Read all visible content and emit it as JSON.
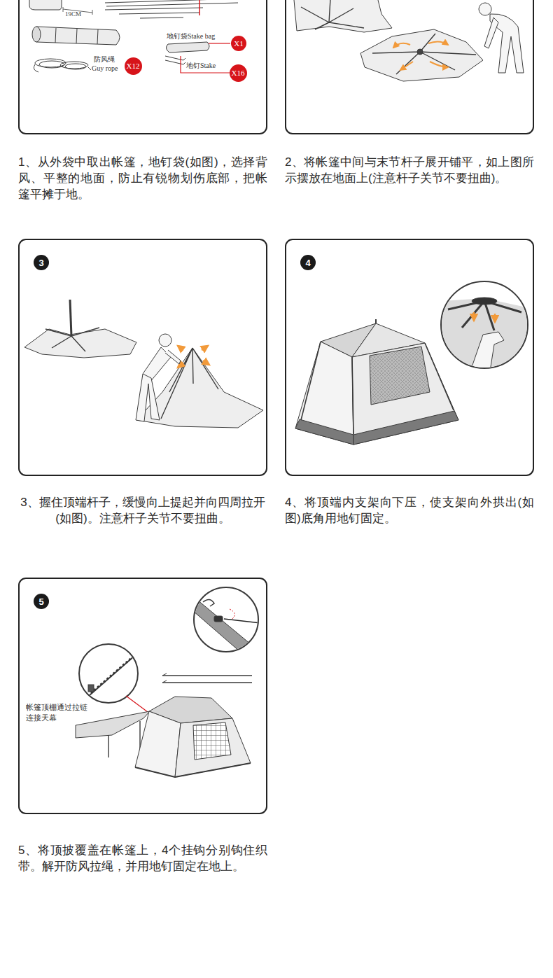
{
  "diagram": {
    "nodes": [
      {
        "text": [
          "1、从外袋中取出帐篷，地钉袋(如图)，选择背风、平整的地面，防止有锐物划伤底部，把帐篷平摊于地。"
        ]
      },
      {
        "text": [
          "X1"
        ],
        "in": 0
      },
      {
        "text": [
          "X12"
        ],
        "in": 0
      },
      {
        "text": [
          "X16"
        ],
        "in": 0
      },
      {
        "text": [
          "2、将帐篷中间与末节杆子展开铺平，如上图所示摆放在地面上(注意杆子关节不要扭曲)。"
        ]
      },
      {
        "text": [
          "3、握住顶端杆子，缓慢向上提起并向四周拉开(如图)。注意杆子关节不要扭曲。"
        ]
      },
      {
        "text": [
          "3"
        ],
        "in": 5
      },
      {
        "text": [
          "4、将顶端内支架向下压，使支架向外拱出(如图)底角用地钉固定。"
        ]
      },
      {
        "text": [
          "4"
        ],
        "in": 7
      },
      {
        "text": [
          "5、将顶披覆盖在帐篷上，4个挂钩分别钩住织带。解开防风拉绳，并用地钉固定在地上。"
        ]
      },
      {
        "text": [
          "5"
        ],
        "in": 9
      }
    ],
    "labels": [
      "19CM",
      "地钉袋Stake bag",
      "防风绳",
      "Guy rope",
      "地钉Stake",
      "帐篷顶棚通过拉链 连接天幕"
    ]
  }
}
